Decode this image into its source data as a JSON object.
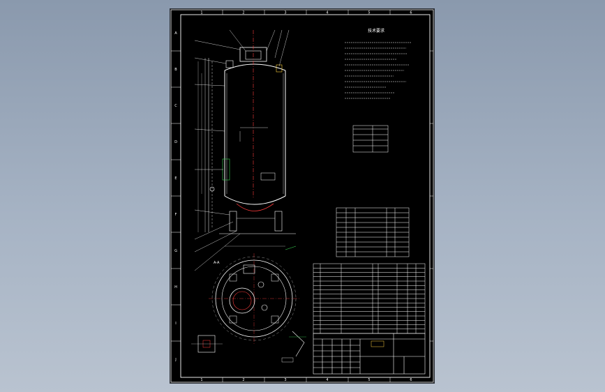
{
  "viewer": {
    "background_top": "#8a99ad",
    "background_bottom": "#b9c3d0",
    "sheet_color": "#000000",
    "line_color": "#ffffff",
    "accent_red": "#ff3b3b",
    "accent_green": "#39d353",
    "accent_yellow": "#ffd23f"
  },
  "sheet": {
    "border_cols": [
      "1",
      "2",
      "3",
      "4",
      "5",
      "6"
    ],
    "border_rows": [
      "A",
      "B",
      "C",
      "D",
      "E",
      "F",
      "G",
      "H",
      "I",
      "J"
    ]
  },
  "drawing": {
    "tech_title": "技术要求",
    "section_label": "A-A"
  }
}
